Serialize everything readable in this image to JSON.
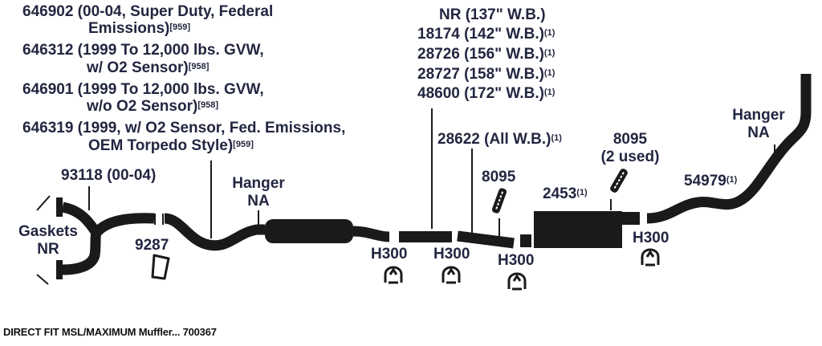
{
  "left_parts": [
    {
      "line1": "646902 (00-04, Super Duty, Federal",
      "line2": "Emissions)",
      "note": "[959]"
    },
    {
      "line1": "646312 (1999 To 12,000 lbs. GVW,",
      "line2": "w/ O2 Sensor)",
      "note": "[958]"
    },
    {
      "line1": "646901 (1999 To 12,000 lbs. GVW,",
      "line2": "w/o O2 Sensor)",
      "note": "[958]"
    },
    {
      "line1": "646319 (1999, w/ O2 Sensor, Fed. Emissions,",
      "line2": "OEM Torpedo Style)",
      "note": "[959]"
    }
  ],
  "wheelbase_parts": [
    {
      "text": "NR (137\" W.B.)",
      "note": ""
    },
    {
      "text": "18174 (142\" W.B.)",
      "note": "(1)"
    },
    {
      "text": "28726 (156\" W.B.)",
      "note": "(1)"
    },
    {
      "text": "28727 (158\" W.B.)",
      "note": "(1)"
    },
    {
      "text": "48600 (172\" W.B.)",
      "note": "(1)"
    }
  ],
  "labels": {
    "y_pipe": "93118 (00-04)",
    "gaskets_line1": "Gaskets",
    "gaskets_line2": "NR",
    "flange_gasket": "9287",
    "hanger1_line1": "Hanger",
    "hanger1_line2": "NA",
    "intermediate": "28622 (All W.B.)",
    "intermediate_note": "(1)",
    "clamp1": "8095",
    "clamp2_line1": "8095",
    "clamp2_line2": "(2 used)",
    "muffler": "2453",
    "muffler_note": "(1)",
    "tailpipe": "54979",
    "tailpipe_note": "(1)",
    "hanger2_line1": "Hanger",
    "hanger2_line2": "NA",
    "h300": "H300"
  },
  "footer": "DIRECT FIT MSL/MAXIMUM Muffler... 700367",
  "colors": {
    "ink": "#1a1a1a",
    "text": "#222640",
    "background": "#ffffff"
  }
}
